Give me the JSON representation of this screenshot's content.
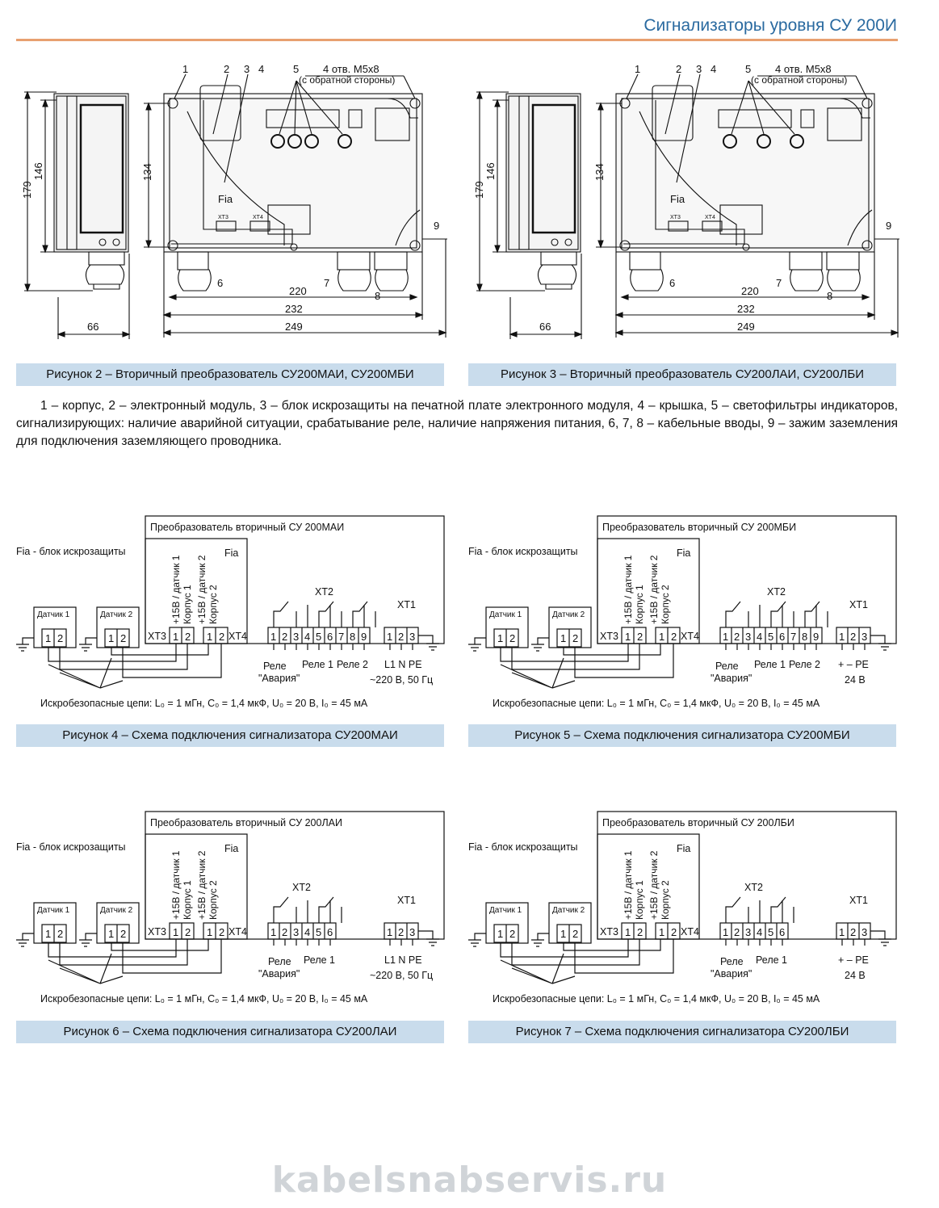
{
  "header": {
    "title": "Сигнализаторы уровня СУ 200И"
  },
  "drawing": {
    "part_numbers": [
      "1",
      "2",
      "3",
      "4",
      "5",
      "6",
      "7",
      "8",
      "9"
    ],
    "holes_note": "4 отв. М5х8",
    "holes_note2": "(с обратной стороны)",
    "module_label": "Fia",
    "xt3": "ХТ3",
    "xt4": "ХТ4",
    "dims": {
      "h179": "179",
      "h146": "146",
      "h134": "134",
      "w66": "66",
      "w220": "220",
      "w232": "232",
      "w249": "249"
    }
  },
  "figures": {
    "fig2": "Рисунок 2 – Вторичный преобразователь СУ200МАИ, СУ200МБИ",
    "fig3": "Рисунок 3 – Вторичный преобразователь СУ200ЛАИ, СУ200ЛБИ",
    "fig4": "Рисунок 4 – Схема подключения сигнализатора СУ200МАИ",
    "fig5": "Рисунок 5 – Схема подключения сигнализатора СУ200МБИ",
    "fig6": "Рисунок 6 – Схема подключения сигнализатора СУ200ЛАИ",
    "fig7": "Рисунок 7 – Схема подключения сигнализатора СУ200ЛБИ"
  },
  "description": "1 – корпус, 2 – электронный модуль, 3 – блок искрозащиты на печатной плате электронного модуля, 4 – крышка, 5 – светофильтры индикаторов, сигнализирующих: наличие аварийной ситуации, срабатывание реле, наличие напряжения питания, 6, 7, 8 – кабельные вводы, 9 – зажим заземления для подключения заземляющего проводника.",
  "schematic": {
    "fia_note": "Fia - блок искрозащиты",
    "fia": "Fia",
    "sensor1": "Датчик 1",
    "sensor2": "Датчик 2",
    "xt1": "ХТ1",
    "xt2": "ХТ2",
    "xt3": "ХТ3",
    "xt4": "ХТ4",
    "col1": "+15В / датчик 1",
    "col2": "Корпус 1",
    "col3": "+15В / датчик 2",
    "col4": "Корпус 2",
    "relay_alarm": "Реле",
    "relay_alarm2": "\"Авария\"",
    "relay1": "Реле 1",
    "relay2": "Реле 2",
    "ac_terms": "L1 N PE",
    "ac_supply": "~220 В, 50 Гц",
    "dc_terms": "+ –  PE",
    "dc_supply": "24 В",
    "params": "Искробезопасные цепи: L₀ = 1 мГн, C₀ = 1,4 мкФ, U₀ = 20 В, I₀ = 45 мА",
    "titles": {
      "mai": "Преобразователь вторичный СУ 200МАИ",
      "mbi": "Преобразователь вторичный СУ 200МБИ",
      "lai": "Преобразователь вторичный СУ 200ЛАИ",
      "lbi": "Преобразователь вторичный СУ 200ЛБИ"
    }
  },
  "watermark": "kabelsnabservis.ru"
}
